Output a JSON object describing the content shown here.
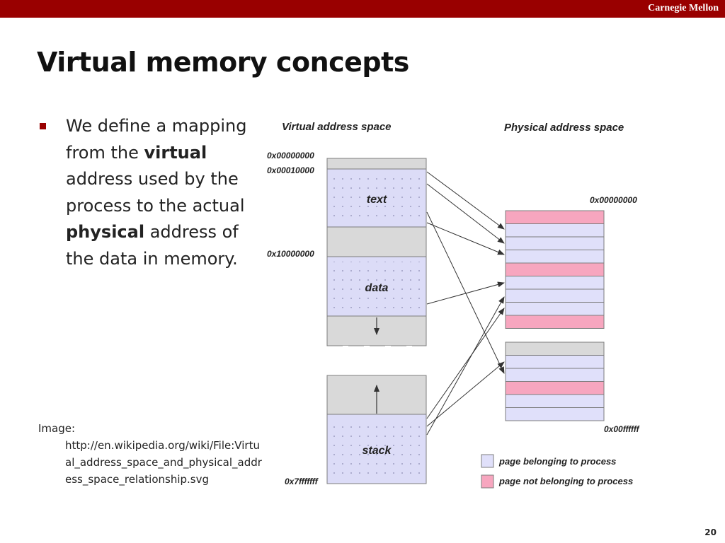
{
  "header": {
    "brand": "Carnegie Mellon"
  },
  "slide": {
    "title": "Virtual memory concepts",
    "bullet": {
      "part1": "We define a mapping from the ",
      "bold1": "virtual",
      "part2": " address used by the process to the actual ",
      "bold2": "physical",
      "part3": " address of the data in memory."
    },
    "image_credit": {
      "label": "Image:",
      "url": "http://en.wikipedia.org/wiki/File:Virtual_address_space_and_physical_address_space_relationship.svg"
    },
    "page_number": "20"
  },
  "diagram": {
    "virtual_heading": "Virtual address space",
    "physical_heading": "Physical address space",
    "virtual_addresses": {
      "start": "0x00000000",
      "text_start": "0x00010000",
      "data_start": "0x10000000",
      "end": "0x7fffffff"
    },
    "physical_addresses": {
      "start": "0x00000000",
      "end": "0x00ffffff"
    },
    "segments": {
      "text": "text",
      "data": "data",
      "stack": "stack"
    },
    "physical_pages_top": [
      "not",
      "own",
      "own",
      "own",
      "not",
      "own",
      "own",
      "own",
      "not"
    ],
    "physical_pages_bottom": [
      "own",
      "own",
      "not",
      "own",
      "own"
    ],
    "legend": {
      "own": "page belonging to process",
      "not": "page not belonging to process"
    },
    "colors": {
      "own": "#e0e0fa",
      "not": "#f7a6bf",
      "segment": "#dcdcf7",
      "gap": "#d9d9d9",
      "accent": "#990000"
    }
  }
}
